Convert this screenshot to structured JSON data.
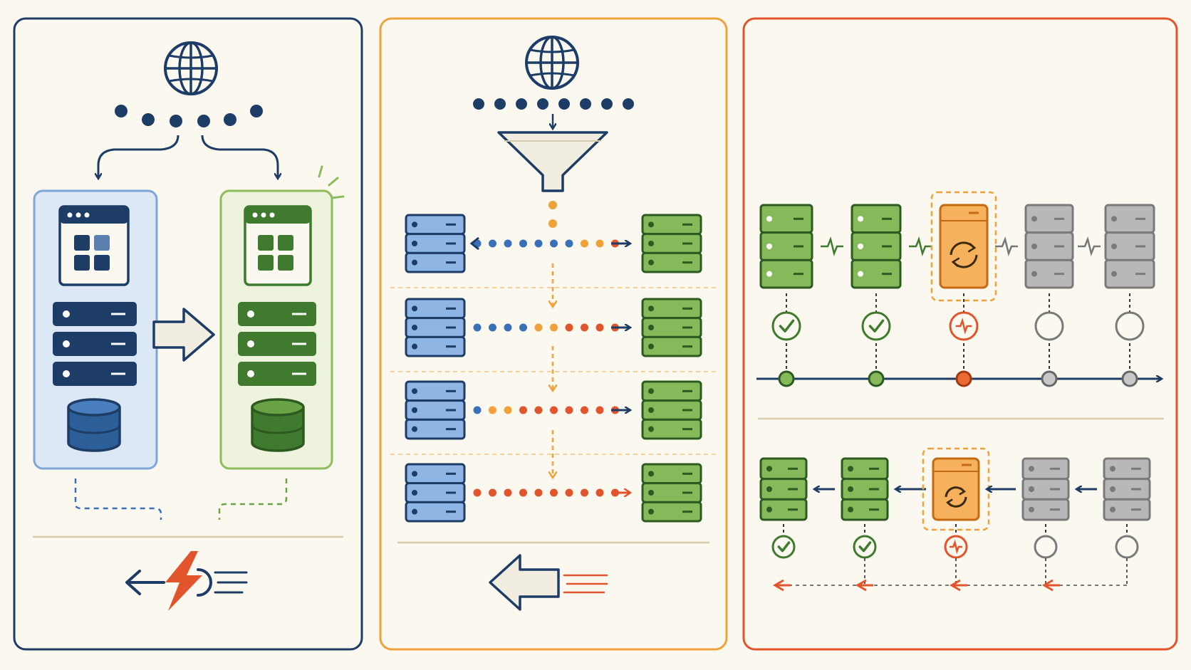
{
  "colors": {
    "background": "#fbf8ef",
    "navy": "#1d3c66",
    "blue_fill": "#dce8f5",
    "blue_border": "#7fa6d6",
    "server_blue": "#8fb5e4",
    "green_dark": "#3f7a2e",
    "green_fill": "#edf3dc",
    "green_border": "#8cbd5a",
    "server_green": "#86b95a",
    "orange": "#f0a23a",
    "orange_light": "#f6b15c",
    "red": "#e2542b",
    "gray": "#b8b8b8",
    "divider": "#d9ccac",
    "panel1_border": "#1d3c66",
    "panel2_border": "#f0a23a",
    "panel3_border": "#e2542b"
  },
  "panels": [
    {
      "id": "blue-green",
      "icons": [
        "globe-icon",
        "browser-window-icon",
        "server-rack-icon",
        "database-icon",
        "switch-arrow-icon",
        "lightning-rollback-icon"
      ]
    },
    {
      "id": "canary",
      "icons": [
        "globe-icon",
        "funnel-icon",
        "server-icon",
        "rollback-arrow-icon"
      ]
    },
    {
      "id": "rolling",
      "icons": [
        "server-icon",
        "check-icon",
        "heartbeat-icon",
        "sync-icon",
        "timeline-arrow-icon"
      ]
    }
  ],
  "canary": {
    "stages": [
      {
        "new_traffic_fraction": 0.1
      },
      {
        "new_traffic_fraction": 0.35
      },
      {
        "new_traffic_fraction": 0.65
      },
      {
        "new_traffic_fraction": 1.0
      }
    ]
  },
  "rolling": {
    "forward": [
      {
        "status": "done"
      },
      {
        "status": "done"
      },
      {
        "status": "updating"
      },
      {
        "status": "pending"
      },
      {
        "status": "pending"
      }
    ],
    "rollback": [
      {
        "status": "done"
      },
      {
        "status": "done"
      },
      {
        "status": "updating"
      },
      {
        "status": "pending"
      },
      {
        "status": "pending"
      }
    ]
  }
}
